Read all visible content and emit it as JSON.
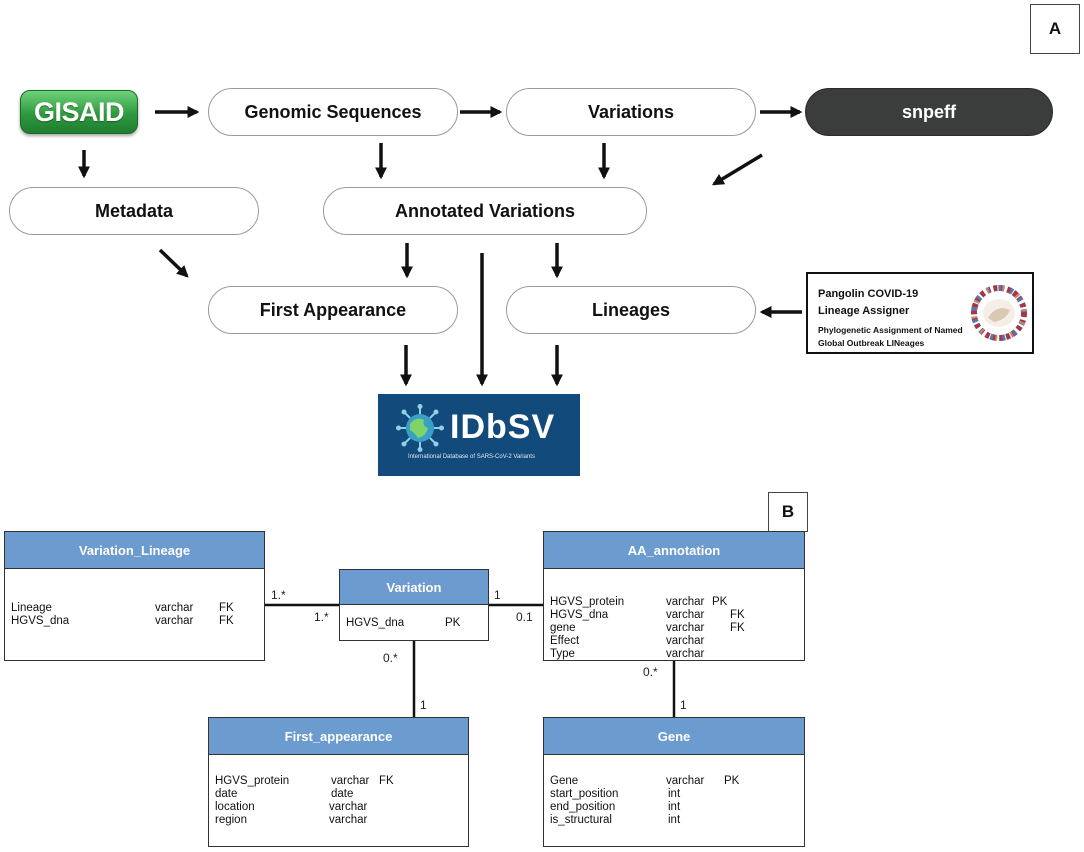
{
  "panel_a": {
    "label": "A"
  },
  "panel_b": {
    "label": "B"
  },
  "flow": {
    "gisaid": "GISAID",
    "genomic_sequences": "Genomic Sequences",
    "variations": "Variations",
    "snpeff": "snpeff",
    "metadata": "Metadata",
    "annotated_variations": "Annotated Variations",
    "first_appearance": "First Appearance",
    "lineages": "Lineages"
  },
  "pangolin": {
    "line1": "Pangolin COVID-19",
    "line2": "Lineage Assigner",
    "line3": "Phylogenetic Assignment of Named",
    "line4": "Global Outbreak LINeages"
  },
  "idbsv": {
    "name": "IDbSV",
    "subtitle": "International Database of SARS-CoV-2 Variants"
  },
  "colors": {
    "table_header": "#6c9bd0",
    "snpeff_fill": "#3b3d3d",
    "gisaid_green": "#2e9a3f",
    "idbsv_bg": "#134a7c"
  },
  "tables": {
    "variation_lineage": {
      "title": "Variation_Lineage",
      "rows": [
        {
          "name": "Lineage",
          "type": "varchar",
          "key": "FK"
        },
        {
          "name": "HGVS_dna",
          "type": "varchar",
          "key": "FK"
        }
      ]
    },
    "variation": {
      "title": "Variation",
      "rows": [
        {
          "name": "HGVS_dna",
          "type": "",
          "key": "PK"
        }
      ]
    },
    "aa_annotation": {
      "title": "AA_annotation",
      "rows": [
        {
          "name": "HGVS_protein",
          "type": "varchar",
          "key": "PK"
        },
        {
          "name": "HGVS_dna",
          "type": "varchar",
          "key": "FK"
        },
        {
          "name": "gene",
          "type": "varchar",
          "key": "FK"
        },
        {
          "name": "Effect",
          "type": "varchar",
          "key": ""
        },
        {
          "name": "Type",
          "type": "varchar",
          "key": ""
        }
      ]
    },
    "first_appearance": {
      "title": "First_appearance",
      "rows": [
        {
          "name": "HGVS_protein",
          "type": "varchar",
          "key": "FK"
        },
        {
          "name": "date",
          "type": "date",
          "key": ""
        },
        {
          "name": "location",
          "type": "varchar",
          "key": ""
        },
        {
          "name": "region",
          "type": "varchar",
          "key": ""
        }
      ]
    },
    "gene": {
      "title": "Gene",
      "rows": [
        {
          "name": "Gene",
          "type": "varchar",
          "key": "PK"
        },
        {
          "name": "start_position",
          "type": "int",
          "key": ""
        },
        {
          "name": "end_position",
          "type": "int",
          "key": ""
        },
        {
          "name": "is_structural",
          "type": "int",
          "key": ""
        }
      ]
    }
  },
  "multiplicities": {
    "vl_side": "1.*",
    "var_left": "1.*",
    "var_right": "1",
    "aa_left": "0.1",
    "var_bottom": "0.*",
    "fa_top": "1",
    "aa_bottom": "0.*",
    "gene_top": "1"
  }
}
